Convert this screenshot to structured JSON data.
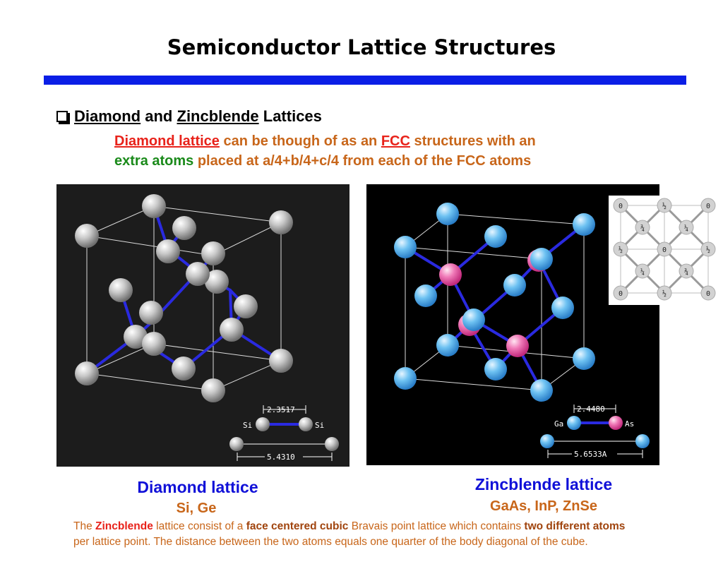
{
  "title": "Semiconductor Lattice Structures",
  "heading": {
    "part1": "Diamond",
    "part2": "and",
    "part3": "Zincblende",
    "part4": "Lattices"
  },
  "description": {
    "line1_a": "Diamond lattice",
    "line1_b": "can be though of as an",
    "line1_c": "FCC",
    "line1_d": "structures with an",
    "line2_a": "extra atoms",
    "line2_b": "placed at a/4+b/4+c/4 from each of the FCC atoms"
  },
  "diamond_panel": {
    "bond_label": "2.3517",
    "atom_left": "Si",
    "atom_right": "Si",
    "lattice_label": "5.4310"
  },
  "zincblende_panel": {
    "bond_label": "2.4480",
    "atom_left": "Ga",
    "atom_right": "As",
    "lattice_label": "5.6533A"
  },
  "projection": {
    "row1": [
      "0",
      "½",
      "0"
    ],
    "row2": [
      "¾",
      "¼"
    ],
    "row3": [
      "½",
      "0",
      "½"
    ],
    "row4": [
      "¼",
      "¾"
    ],
    "row5": [
      "0",
      "½",
      "0"
    ]
  },
  "captions": {
    "diamond": "Diamond lattice",
    "diamond_sub": "Si, Ge",
    "zincblende": "Zincblende lattice",
    "zincblende_sub": "GaAs, InP, ZnSe"
  },
  "footer": {
    "t1": "The",
    "t2": "Zincblende",
    "t3": "lattice consist of a",
    "t4": "face centered cubic",
    "t5": "Bravais point lattice which contains",
    "t6": "two different atoms",
    "t7": "per lattice point. The distance between the two atoms equals one quarter of the body diagonal of the cube."
  }
}
